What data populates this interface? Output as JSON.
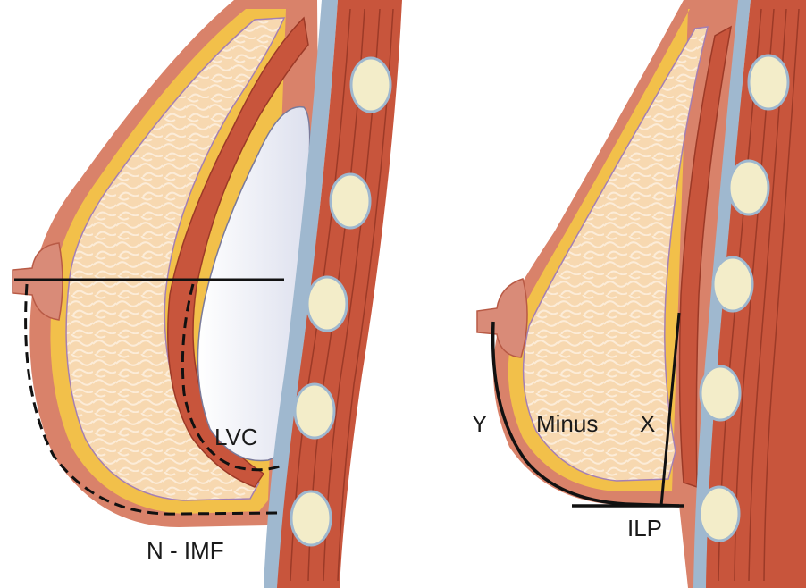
{
  "labels": {
    "lvc": "LVC",
    "n_imf": "N - IMF",
    "y": "Y",
    "minus": "Minus",
    "x": "X",
    "ilp": "ILP"
  },
  "colors": {
    "skin": "#d9826a",
    "skin_dark": "#b85a45",
    "fat": "#f7d9b2",
    "fat_lines": "#fbe9d2",
    "yellow_fat": "#f2c04a",
    "muscle": "#c8553c",
    "muscle_dark": "#9c3a27",
    "fascia": "#9fb8cf",
    "implant": "#eef0f7",
    "nipple": "#d98b78",
    "rib": "#f3edc9",
    "line": "#111111"
  }
}
